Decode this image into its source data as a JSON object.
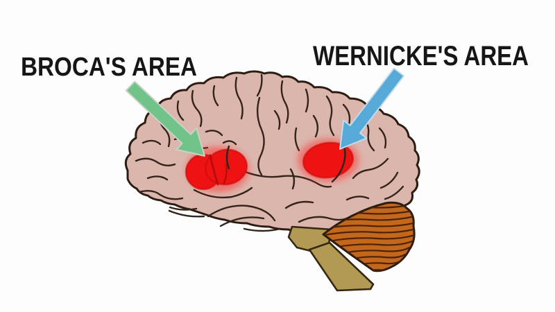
{
  "diagram": {
    "areas": [
      {
        "id": "broca",
        "label": "BROCA'S AREA",
        "arrow_icon": "green-arrow",
        "arrow_color": "#72c38a"
      },
      {
        "id": "wernicke",
        "label": "WERNICKE'S AREA",
        "arrow_icon": "blue-arrow",
        "arrow_color": "#57a9d7"
      }
    ],
    "colors": {
      "background": "#fdfdfd",
      "label_text": "#161616",
      "cerebrum": "#dbb6ad",
      "outline": "#2c1c12",
      "gyri": "#33231a",
      "cerebellum": "#c3671d",
      "cerebellum_stripes": "#4b2205",
      "brainstem": "#b29a55",
      "highlight_red": "#ee1212"
    }
  }
}
